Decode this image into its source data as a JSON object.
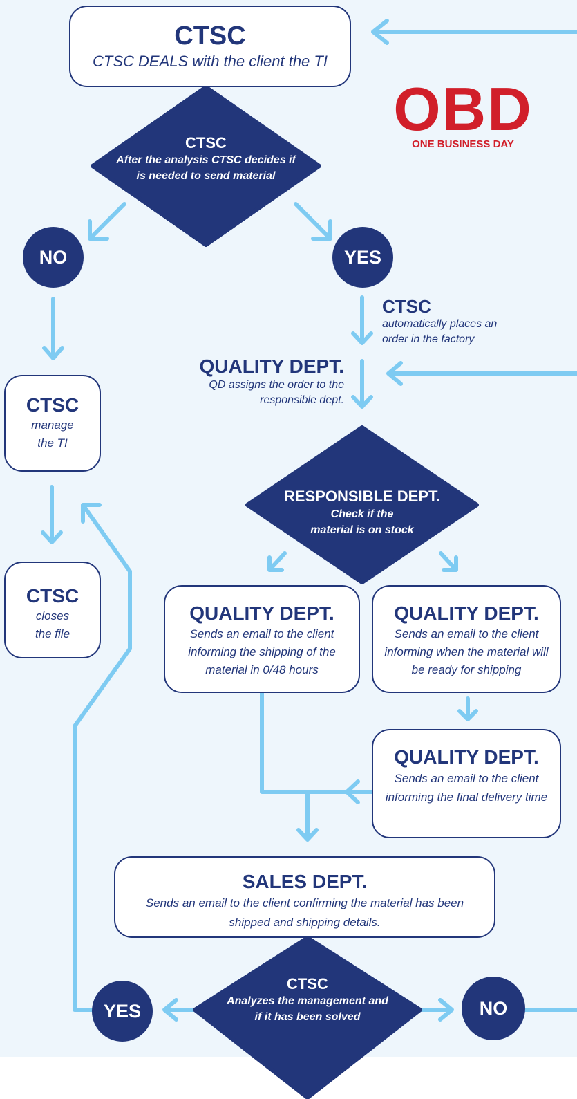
{
  "logo": {
    "brand": "OBD",
    "tagline": "ONE BUSINESS DAY"
  },
  "start_box": {
    "title": "CTSC",
    "text": "CTSC DEALS with the client the TI"
  },
  "decision1": {
    "title": "CTSC",
    "text": "After the analysis CTSC decides if is needed to send material"
  },
  "decision1_no": "NO",
  "decision1_yes": "YES",
  "order_step": {
    "title": "CTSC",
    "text": "automatically places an order in the factory"
  },
  "quality_assign": {
    "title": "QUALITY DEPT.",
    "text": "QD assigns the order to the responsible dept."
  },
  "manage_box": {
    "title": "CTSC",
    "text": "manage the TI"
  },
  "close_box": {
    "title": "CTSC",
    "text": "closes the file"
  },
  "decision2": {
    "title": "RESPONSIBLE DEPT.",
    "text": "Check if the material is on stock"
  },
  "quality_left": {
    "title": "QUALITY DEPT.",
    "text": "Sends an email to the client informing the shipping of the material in 0/48 hours"
  },
  "quality_right": {
    "title": "QUALITY DEPT.",
    "text": "Sends an email to the client informing when the material will be ready for shipping"
  },
  "quality_final": {
    "title": "QUALITY DEPT.",
    "text": "Sends an email to the client informing the final delivery time"
  },
  "sales_box": {
    "title": "SALES DEPT.",
    "text": "Sends an email to the client confirming the material has been shipped and shipping details."
  },
  "decision3": {
    "title": "CTSC",
    "text": "Analyzes the management and if it has been solved"
  },
  "decision3_yes": "YES",
  "decision3_no": "NO",
  "colors": {
    "navy": "#22367a",
    "arrow": "#7ecbf2",
    "background": "#eef6fc",
    "brand_red": "#d11f2a"
  }
}
